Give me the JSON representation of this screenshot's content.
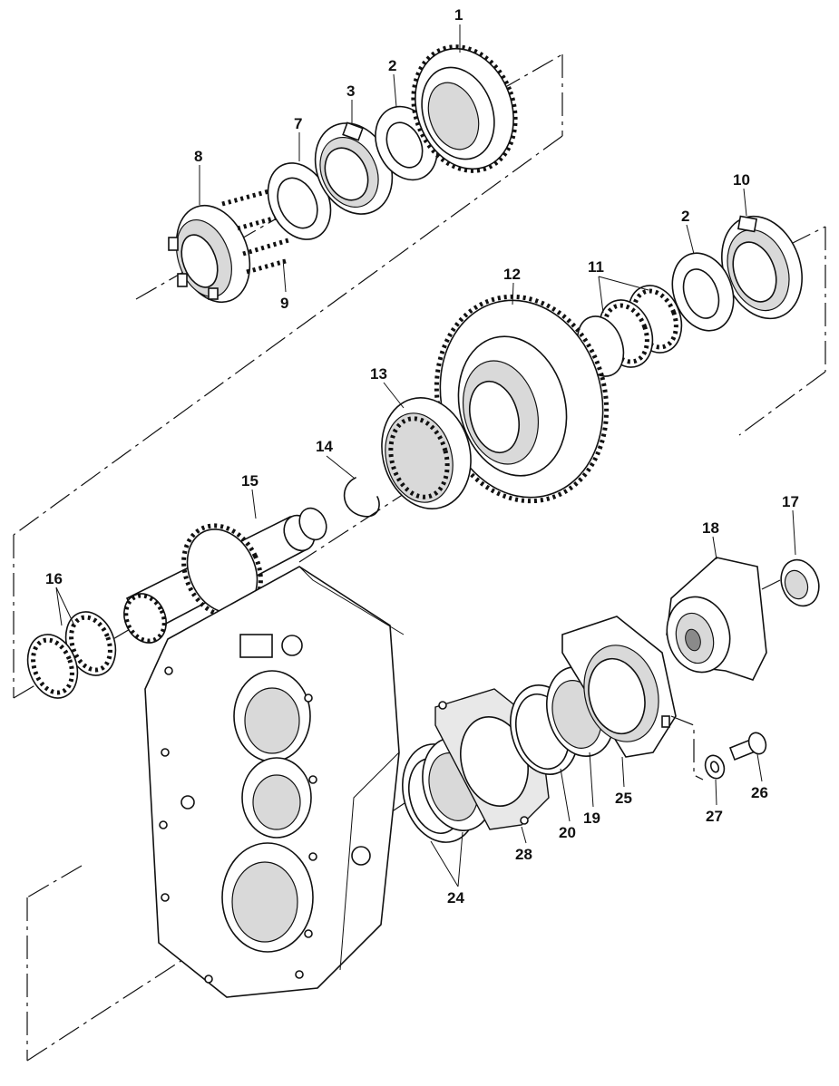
{
  "diagram": {
    "callouts": [
      {
        "id": "c1",
        "text": "1"
      },
      {
        "id": "c2a",
        "text": "2"
      },
      {
        "id": "c3",
        "text": "3"
      },
      {
        "id": "c7",
        "text": "7"
      },
      {
        "id": "c8",
        "text": "8"
      },
      {
        "id": "c9",
        "text": "9"
      },
      {
        "id": "c10",
        "text": "10"
      },
      {
        "id": "c2b",
        "text": "2"
      },
      {
        "id": "c11",
        "text": "11"
      },
      {
        "id": "c12",
        "text": "12"
      },
      {
        "id": "c13",
        "text": "13"
      },
      {
        "id": "c14",
        "text": "14"
      },
      {
        "id": "c15",
        "text": "15"
      },
      {
        "id": "c16",
        "text": "16"
      },
      {
        "id": "c17",
        "text": "17"
      },
      {
        "id": "c18",
        "text": "18"
      },
      {
        "id": "c24",
        "text": "24"
      },
      {
        "id": "c28",
        "text": "28"
      },
      {
        "id": "c20",
        "text": "20"
      },
      {
        "id": "c19",
        "text": "19"
      },
      {
        "id": "c25",
        "text": "25"
      },
      {
        "id": "c27",
        "text": "27"
      },
      {
        "id": "c26",
        "text": "26"
      }
    ]
  }
}
